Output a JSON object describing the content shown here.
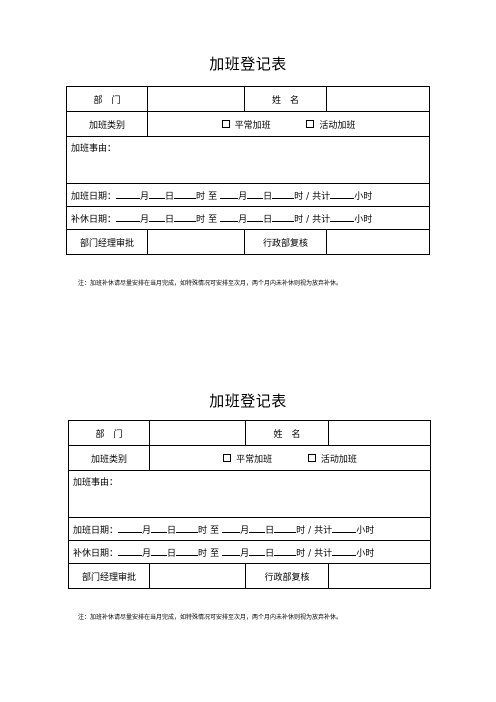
{
  "forms": [
    {
      "title": "加班登记表",
      "dept_label": "部　门",
      "name_label": "姓　名",
      "type_label": "加班类别",
      "option_regular": "平常加班",
      "option_event": "活动加班",
      "reason_label": "加班事由：",
      "overtime_date_label": "加班日期：",
      "comp_date_label": "补休日期：",
      "month": "月",
      "day": "日",
      "hour": "时",
      "to": "至",
      "slash": "/",
      "total": "共计",
      "hours_unit": "小时",
      "manager_label": "部门经理审批",
      "admin_label": "行政部复核",
      "note": "注：加班补休请尽量安排在当月完成，如特殊情况可安排至次月，两个月内未补休则视为放弃补休。"
    },
    {
      "title": "加班登记表",
      "dept_label": "部　门",
      "name_label": "姓　名",
      "type_label": "加班类别",
      "option_regular": "平常加班",
      "option_event": "活动加班",
      "reason_label": "加班事由：",
      "overtime_date_label": "加班日期：",
      "comp_date_label": "补休日期：",
      "month": "月",
      "day": "日",
      "hour": "时",
      "to": "至",
      "slash": "/",
      "total": "共计",
      "hours_unit": "小时",
      "manager_label": "部门经理审批",
      "admin_label": "行政部复核",
      "note": "注：加班补休请尽量安排在当月完成，如特殊情况可安排至次月，两个月内未补休则视为放弃补休。"
    }
  ]
}
